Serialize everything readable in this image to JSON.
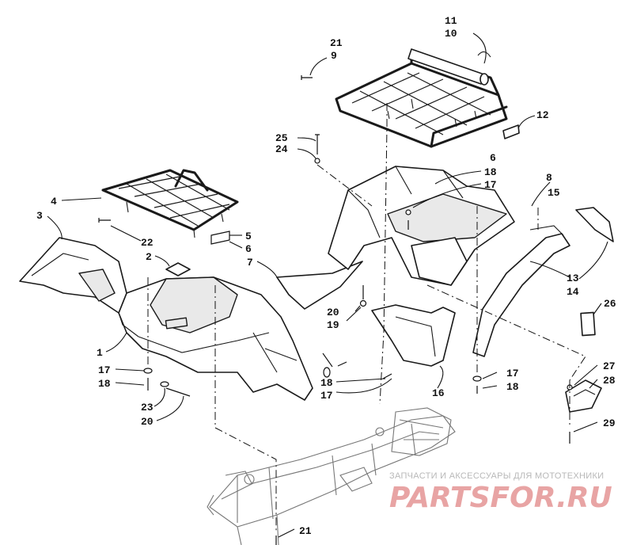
{
  "diagram": {
    "callouts": [
      {
        "id": "c21a",
        "text": "21"
      },
      {
        "id": "c9",
        "text": "9"
      },
      {
        "id": "c11",
        "text": "11"
      },
      {
        "id": "c10",
        "text": "10"
      },
      {
        "id": "c12",
        "text": "12"
      },
      {
        "id": "c6a",
        "text": "6"
      },
      {
        "id": "c25",
        "text": "25"
      },
      {
        "id": "c24",
        "text": "24"
      },
      {
        "id": "c18a",
        "text": "18"
      },
      {
        "id": "c17a",
        "text": "17"
      },
      {
        "id": "c8",
        "text": "8"
      },
      {
        "id": "c15",
        "text": "15"
      },
      {
        "id": "c4",
        "text": "4"
      },
      {
        "id": "c3",
        "text": "3"
      },
      {
        "id": "c22",
        "text": "22"
      },
      {
        "id": "c5",
        "text": "5"
      },
      {
        "id": "c6b",
        "text": "6"
      },
      {
        "id": "c7",
        "text": "7"
      },
      {
        "id": "c2",
        "text": "2"
      },
      {
        "id": "c13",
        "text": "13"
      },
      {
        "id": "c14",
        "text": "14"
      },
      {
        "id": "c26",
        "text": "26"
      },
      {
        "id": "c20a",
        "text": "20"
      },
      {
        "id": "c19",
        "text": "19"
      },
      {
        "id": "c1",
        "text": "1"
      },
      {
        "id": "c17b",
        "text": "17"
      },
      {
        "id": "c18b",
        "text": "18"
      },
      {
        "id": "c17c",
        "text": "17"
      },
      {
        "id": "c18c",
        "text": "18"
      },
      {
        "id": "c16",
        "text": "16"
      },
      {
        "id": "c17d",
        "text": "17"
      },
      {
        "id": "c18d",
        "text": "18"
      },
      {
        "id": "c27",
        "text": "27"
      },
      {
        "id": "c28",
        "text": "28"
      },
      {
        "id": "c23",
        "text": "23"
      },
      {
        "id": "c20b",
        "text": "20"
      },
      {
        "id": "c29",
        "text": "29"
      },
      {
        "id": "c21b",
        "text": "21"
      }
    ]
  },
  "watermark": {
    "tagline": "ЗАПЧАСТИ И АКСЕССУАРЫ ДЛЯ МОТОТЕХНИКИ",
    "logo": "PARTSFOR.RU"
  }
}
